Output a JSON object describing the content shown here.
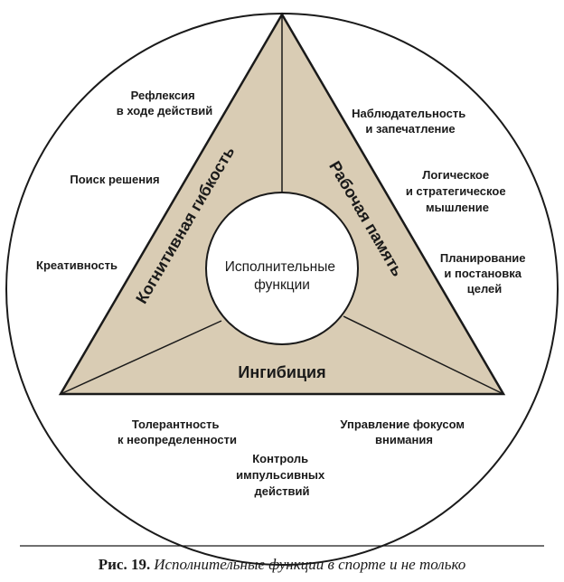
{
  "diagram": {
    "center_label": [
      "Исполнительные",
      "функции"
    ],
    "sides": {
      "left": "Когнитивная гибкость",
      "right": "Рабочая память",
      "bottom": "Ингибиция"
    },
    "left_items": [
      [
        "Рефлексия",
        "в ходе действий"
      ],
      [
        "Поиск решения"
      ],
      [
        "Креативность"
      ]
    ],
    "right_items": [
      [
        "Наблюдательность",
        "и запечатление"
      ],
      [
        "Логическое",
        "и стратегическое",
        "мышление"
      ],
      [
        "Планирование",
        "и постановка",
        "целей"
      ]
    ],
    "bottom_items": [
      [
        "Толерантность",
        "к неопределенности"
      ],
      [
        "Контроль",
        "импульсивных",
        "действий"
      ],
      [
        "Управление фокусом",
        "внимания"
      ]
    ],
    "colors": {
      "triangle_fill": "#d9ccb4",
      "stroke": "#1a1a1a",
      "background": "#ffffff"
    }
  },
  "caption": {
    "label": "Рис. 19.",
    "text": "Исполнительные функции в спорте и не только"
  }
}
